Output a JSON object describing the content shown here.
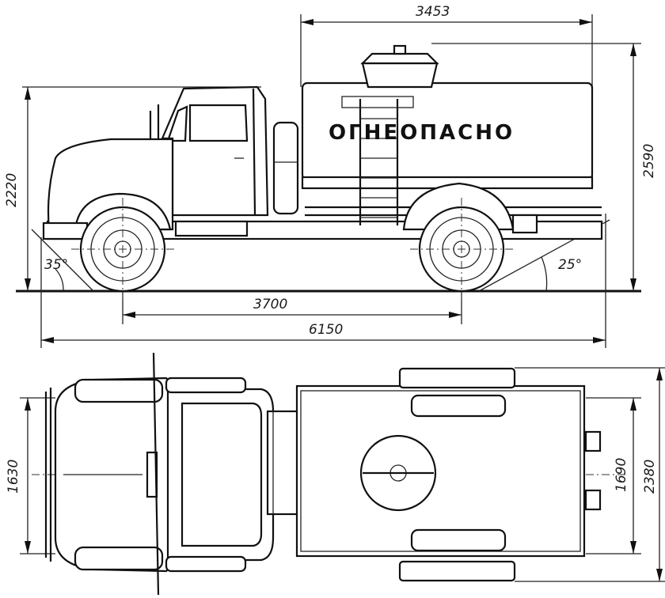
{
  "tank_label": "ОГНЕОПАСНО",
  "dimensions": {
    "tank_length": "3453",
    "tank_height": "2590",
    "cab_height": "2220",
    "wheelbase": "3700",
    "overall_length": "6150",
    "front_track": "1630",
    "rear_track": "1690",
    "overall_width": "2380"
  },
  "angles": {
    "approach": "35°",
    "departure": "25°"
  }
}
